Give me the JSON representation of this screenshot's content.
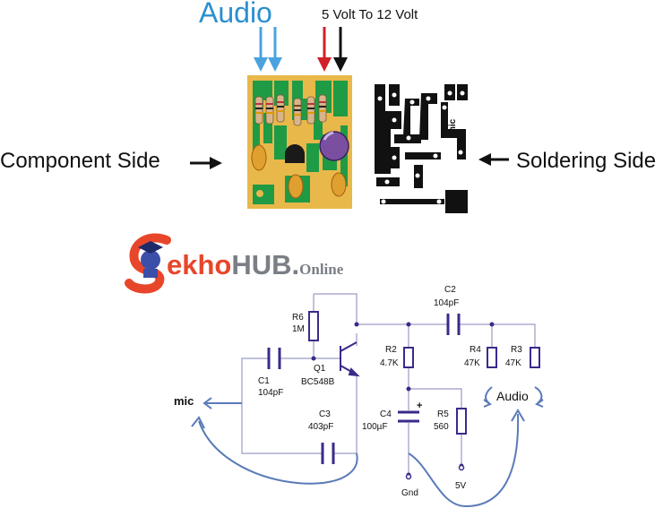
{
  "header": {
    "audio_label": "Audio",
    "supply_label": "5 Volt To 12 Volt"
  },
  "pcb": {
    "component_side_label": "Component Side",
    "soldering_side_label": "Soldering Side",
    "mic_label": "mic"
  },
  "logo": {
    "brand_part1": "ekho",
    "brand_part2": "HUB",
    "brand_dot": ".",
    "brand_suffix": "Online"
  },
  "schematic": {
    "r6_name": "R6",
    "r6_value": "1M",
    "c1_name": "C1",
    "c1_value": "104pF",
    "q1_name": "Q1",
    "q1_value": "BC548B",
    "c3_name": "C3",
    "c3_value": "403pF",
    "c2_name": "C2",
    "c2_value": "104pF",
    "r2_name": "R2",
    "r2_value": "4.7K",
    "r4_name": "R4",
    "r4_value": "47K",
    "r3_name": "R3",
    "r3_value": "47K",
    "c4_name": "C4",
    "c4_value": "100µF",
    "c4_plus": "+",
    "r5_name": "R5",
    "r5_value": "560",
    "mic_label": "mic",
    "audio_label": "Audio",
    "gnd_label": "Gnd",
    "v5_label": "5V"
  },
  "colors": {
    "audio_arrow": "#4aa3df",
    "supply_positive": "#d0202a",
    "supply_negative": "#111111",
    "pcb_board": "#e9b84a",
    "pcb_trace": "#1f9a45",
    "schematic_wire": "#9a9ac6",
    "schematic_part": "#3a2a8a",
    "annotation_arrow": "#5a7ab8",
    "brand_orange": "#e8462a",
    "brand_grey": "#7a7f86"
  }
}
